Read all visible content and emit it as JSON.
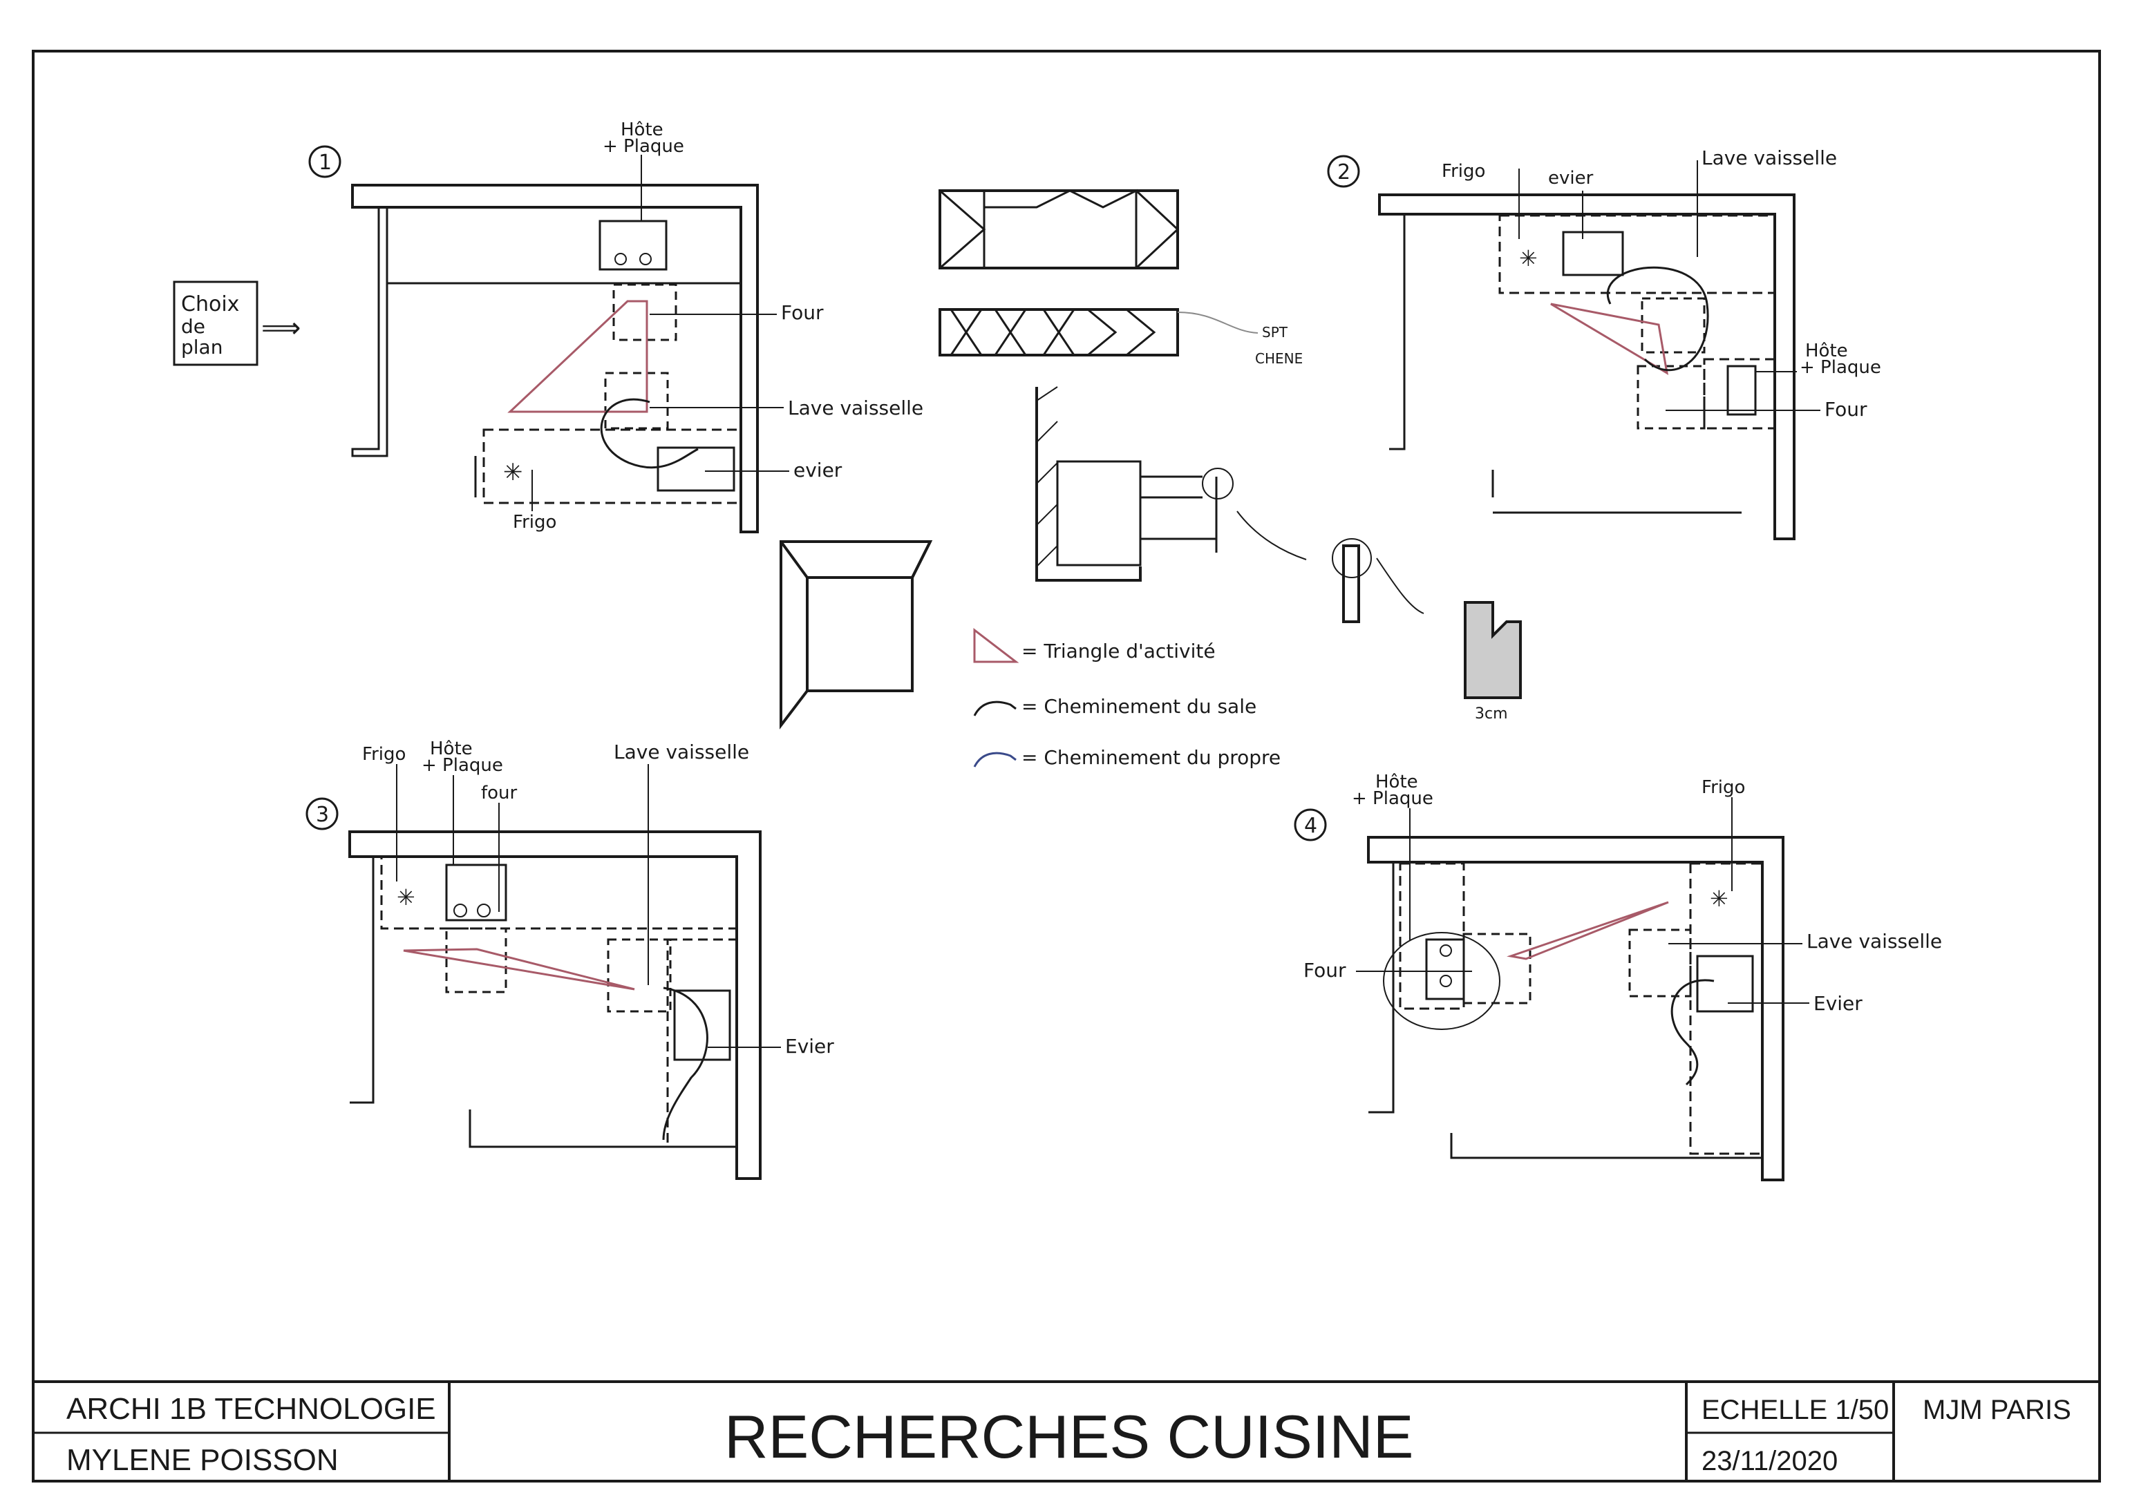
{
  "side_note": {
    "line1": "Choix",
    "line2": "de",
    "line3": "plan",
    "arrow": "⟹"
  },
  "plans": [
    {
      "number": "1",
      "labels": {
        "hood": "Hôte\n+ Plaque",
        "hood_l1": "Hôte",
        "hood_l2": "+ Plaque",
        "oven": "Four",
        "dishwasher": "Lave vaisselle",
        "sink": "evier",
        "fridge": "Frigo"
      }
    },
    {
      "number": "2",
      "labels": {
        "fridge": "Frigo",
        "sink": "evier",
        "dishwasher": "Lave vaisselle",
        "hood_l1": "Hôte",
        "hood_l2": "+ Plaque",
        "oven": "Four"
      }
    },
    {
      "number": "3",
      "labels": {
        "fridge": "Frigo",
        "hood_l1": "Hôte",
        "hood_l2": "+ Plaque",
        "oven": "four",
        "dishwasher": "Lave vaisselle",
        "sink": "Evier"
      }
    },
    {
      "number": "4",
      "labels": {
        "hood_l1": "Hôte",
        "hood_l2": "+ Plaque",
        "fridge": "Frigo",
        "oven": "Four",
        "dishwasher": "Lave vaisselle",
        "sink": "Evier"
      }
    }
  ],
  "sketch_notes": {
    "spt_l1": "SPT",
    "spt_l2": "CHENE",
    "dim": "3cm"
  },
  "legend": {
    "triangle": "= Triangle d'activité",
    "dirty_path": "= Cheminement du sale",
    "clean_path": "= Cheminement du propre"
  },
  "title_block": {
    "course": "ARCHI 1B TECHNOLOGIE",
    "author": "MYLENE POISSON",
    "title": "RECHERCHES CUISINE",
    "scale": "ECHELLE 1/50",
    "date": "23/11/2020",
    "school": "MJM PARIS"
  },
  "colors": {
    "ink": "#1a1a1a",
    "triangle": "#a85a68",
    "blue_path": "#3a4a8a",
    "pencil": "#8a8a8a"
  }
}
